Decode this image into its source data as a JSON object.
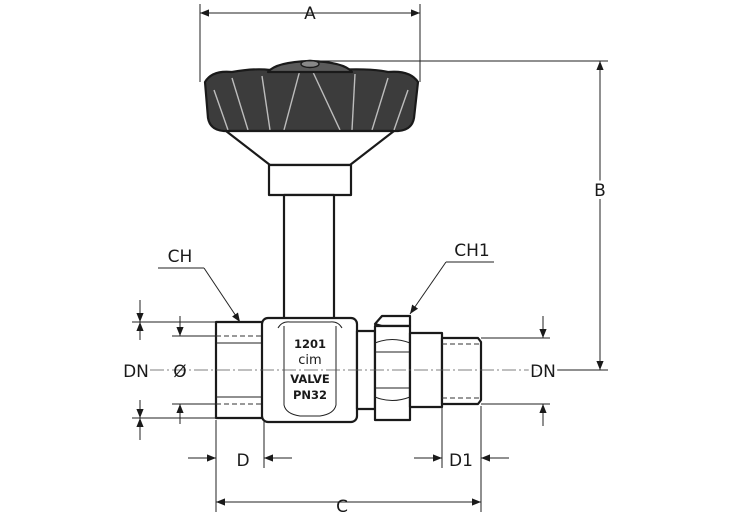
{
  "labels": {
    "A": "A",
    "B": "B",
    "C": "C",
    "D": "D",
    "D1": "D1",
    "CH": "CH",
    "CH1": "CH1",
    "DN_left": "DN",
    "DN_right": "DN",
    "diameter": "Ø"
  },
  "body_marking": {
    "number": "1201",
    "brand": "cim",
    "type": "VALVE",
    "pressure": "PN32"
  },
  "colors": {
    "line": "#1a1a1a",
    "handwheel_fill": "#3a3a3a",
    "background": "#ffffff"
  }
}
